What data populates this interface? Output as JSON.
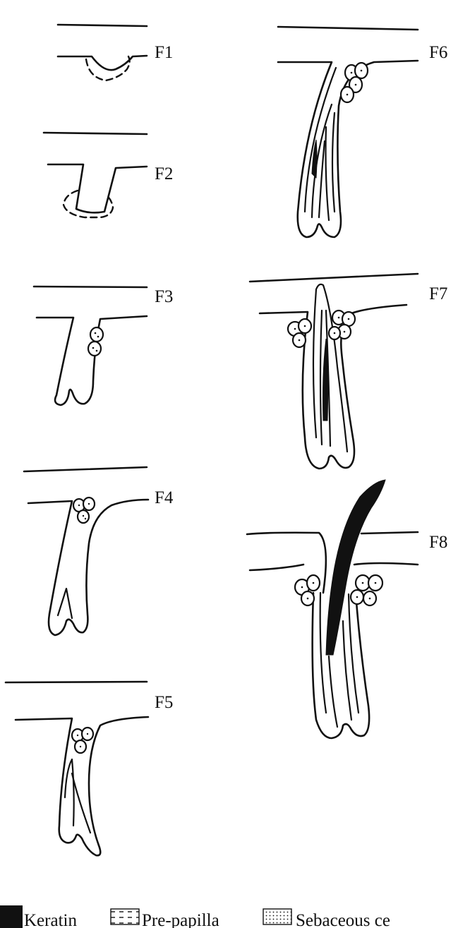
{
  "stages": [
    {
      "label": "F1"
    },
    {
      "label": "F2"
    },
    {
      "label": "F3"
    },
    {
      "label": "F4"
    },
    {
      "label": "F5"
    },
    {
      "label": "F6"
    },
    {
      "label": "F7"
    },
    {
      "label": "F8"
    }
  ],
  "legend": [
    {
      "label": "Keratin",
      "swatch": "solid"
    },
    {
      "label": "Pre-papilla",
      "swatch": "dashed-lines"
    },
    {
      "label": "Sebaceous ce",
      "swatch": "dotted"
    }
  ],
  "colors": {
    "ink": "#111111",
    "paper": "#ffffff"
  }
}
